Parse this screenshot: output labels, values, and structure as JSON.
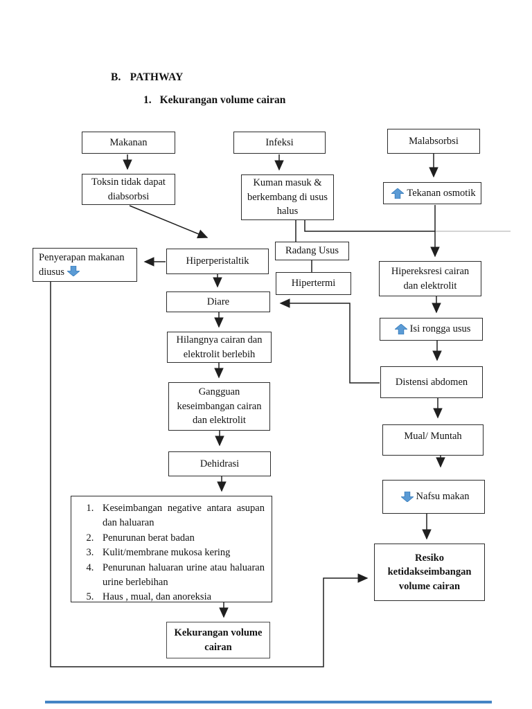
{
  "page": {
    "heading_letter": "B.",
    "heading_title": "PATHWAY",
    "sub_number": "1.",
    "sub_title": "Kekurangan volume cairan"
  },
  "diagram": {
    "nodes": {
      "makanan": "Makanan",
      "infeksi": "Infeksi",
      "malabsorbsi": "Malabsorbsi",
      "toksin": "Toksin tidak dapat diabsorbsi",
      "kuman": "Kuman masuk & berkembang di usus halus",
      "tekanan_osmotik": "Tekanan osmotik",
      "penyerapan": "Penyerapan makanan diusus",
      "hiperperistaltik": "Hiperperistaltik",
      "radang_usus": "Radang Usus",
      "hipertermi": "Hipertermi",
      "hipereksresi": "Hipereksresi cairan dan elektrolit",
      "diare": "Diare",
      "isi_rongga": "Isi rongga usus",
      "hilangnya": "Hilangnya cairan dan elektrolit berlebih",
      "distensi": "Distensi abdomen",
      "gangguan": "Gangguan keseimbangan cairan dan elektrolit",
      "mual": "Mual/ Muntah",
      "dehidrasi": "Dehidrasi",
      "nafsu_makan": "Nafsu makan",
      "resiko": "Resiko ketidakseimbangan volume cairan",
      "kekurangan": "Kekurangan volume cairan"
    },
    "signs": [
      "Keseimbangan negative antara asupan dan haluaran",
      "Penurunan berat badan",
      "Kulit/membrane mukosa kering",
      "Penurunan haluaran urine atau haluaran urine berlebihan",
      "Haus , mual, dan anoreksia"
    ],
    "icons": {
      "up_arrow_meaning": "increase",
      "down_arrow_meaning": "decrease"
    },
    "colors": {
      "arrow_blue_fill": "#5b9bd5",
      "arrow_blue_stroke": "#2e75b6",
      "line_black": "#1f1f1f"
    }
  }
}
